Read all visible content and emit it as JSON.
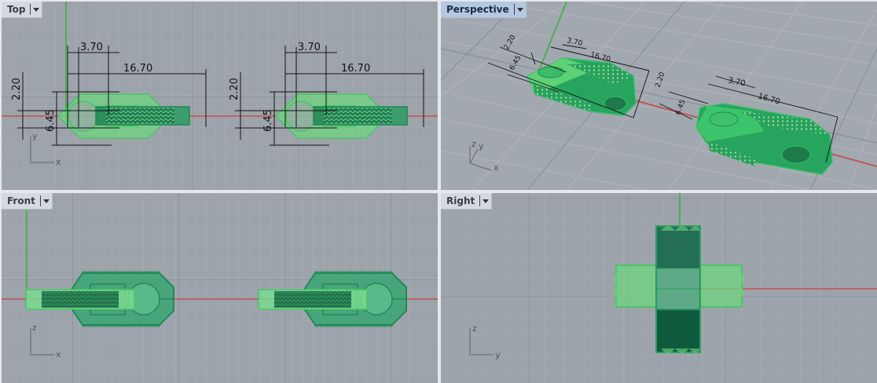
{
  "viewports": {
    "top": {
      "label": "Top",
      "active": false,
      "axes": {
        "v": "y",
        "h": "x"
      }
    },
    "perspective": {
      "label": "Perspective",
      "active": true,
      "axes": {
        "z": "z",
        "v": "y",
        "h": "x"
      }
    },
    "front": {
      "label": "Front",
      "active": false,
      "axes": {
        "v": "z",
        "h": "x"
      }
    },
    "right": {
      "label": "Right",
      "active": false,
      "axes": {
        "v": "z",
        "h": "y"
      }
    }
  },
  "dimensions": {
    "hole_offset": "3.70",
    "overall_length": "16.70",
    "slot_width": "2.20",
    "overall_width": "6.45"
  },
  "icons": {
    "viewport_menu": "chevron-down-icon"
  },
  "colors": {
    "viewport_bg": "#9da3ab",
    "grid_minor": "#a8aeb5",
    "grid_major": "#868c94",
    "x_axis": "#c0504d",
    "y_axis": "#4caf50",
    "part_light": "#6fd47f",
    "part_dark": "#1e8a55",
    "active_tab": "#b4c8e4"
  }
}
